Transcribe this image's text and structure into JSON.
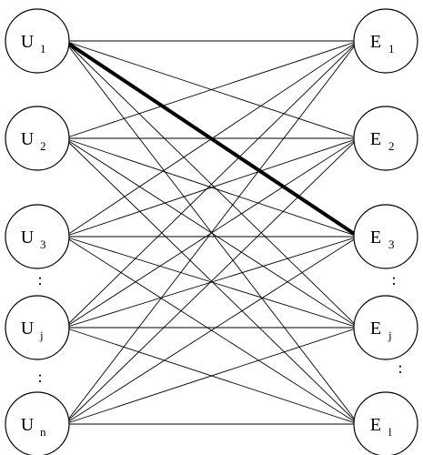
{
  "diagram": {
    "left_nodes": [
      {
        "main": "U",
        "sub": "1"
      },
      {
        "main": "U",
        "sub": "2"
      },
      {
        "main": "U",
        "sub": "3"
      },
      {
        "main": "U",
        "sub": "j"
      },
      {
        "main": "U",
        "sub": "n"
      }
    ],
    "right_nodes": [
      {
        "main": "E",
        "sub": "1"
      },
      {
        "main": "E",
        "sub": "2"
      },
      {
        "main": "E",
        "sub": "3"
      },
      {
        "main": "E",
        "sub": "j"
      },
      {
        "main": "E",
        "sub": "l"
      }
    ],
    "left_ellipsis": ":",
    "left_ellipsis_2": ":",
    "right_ellipsis": ":",
    "right_ellipsis_2": ":",
    "highlighted_edge": {
      "from": 0,
      "to": 2
    },
    "colors": {
      "line": "#000000",
      "background": "#ffffff"
    }
  }
}
